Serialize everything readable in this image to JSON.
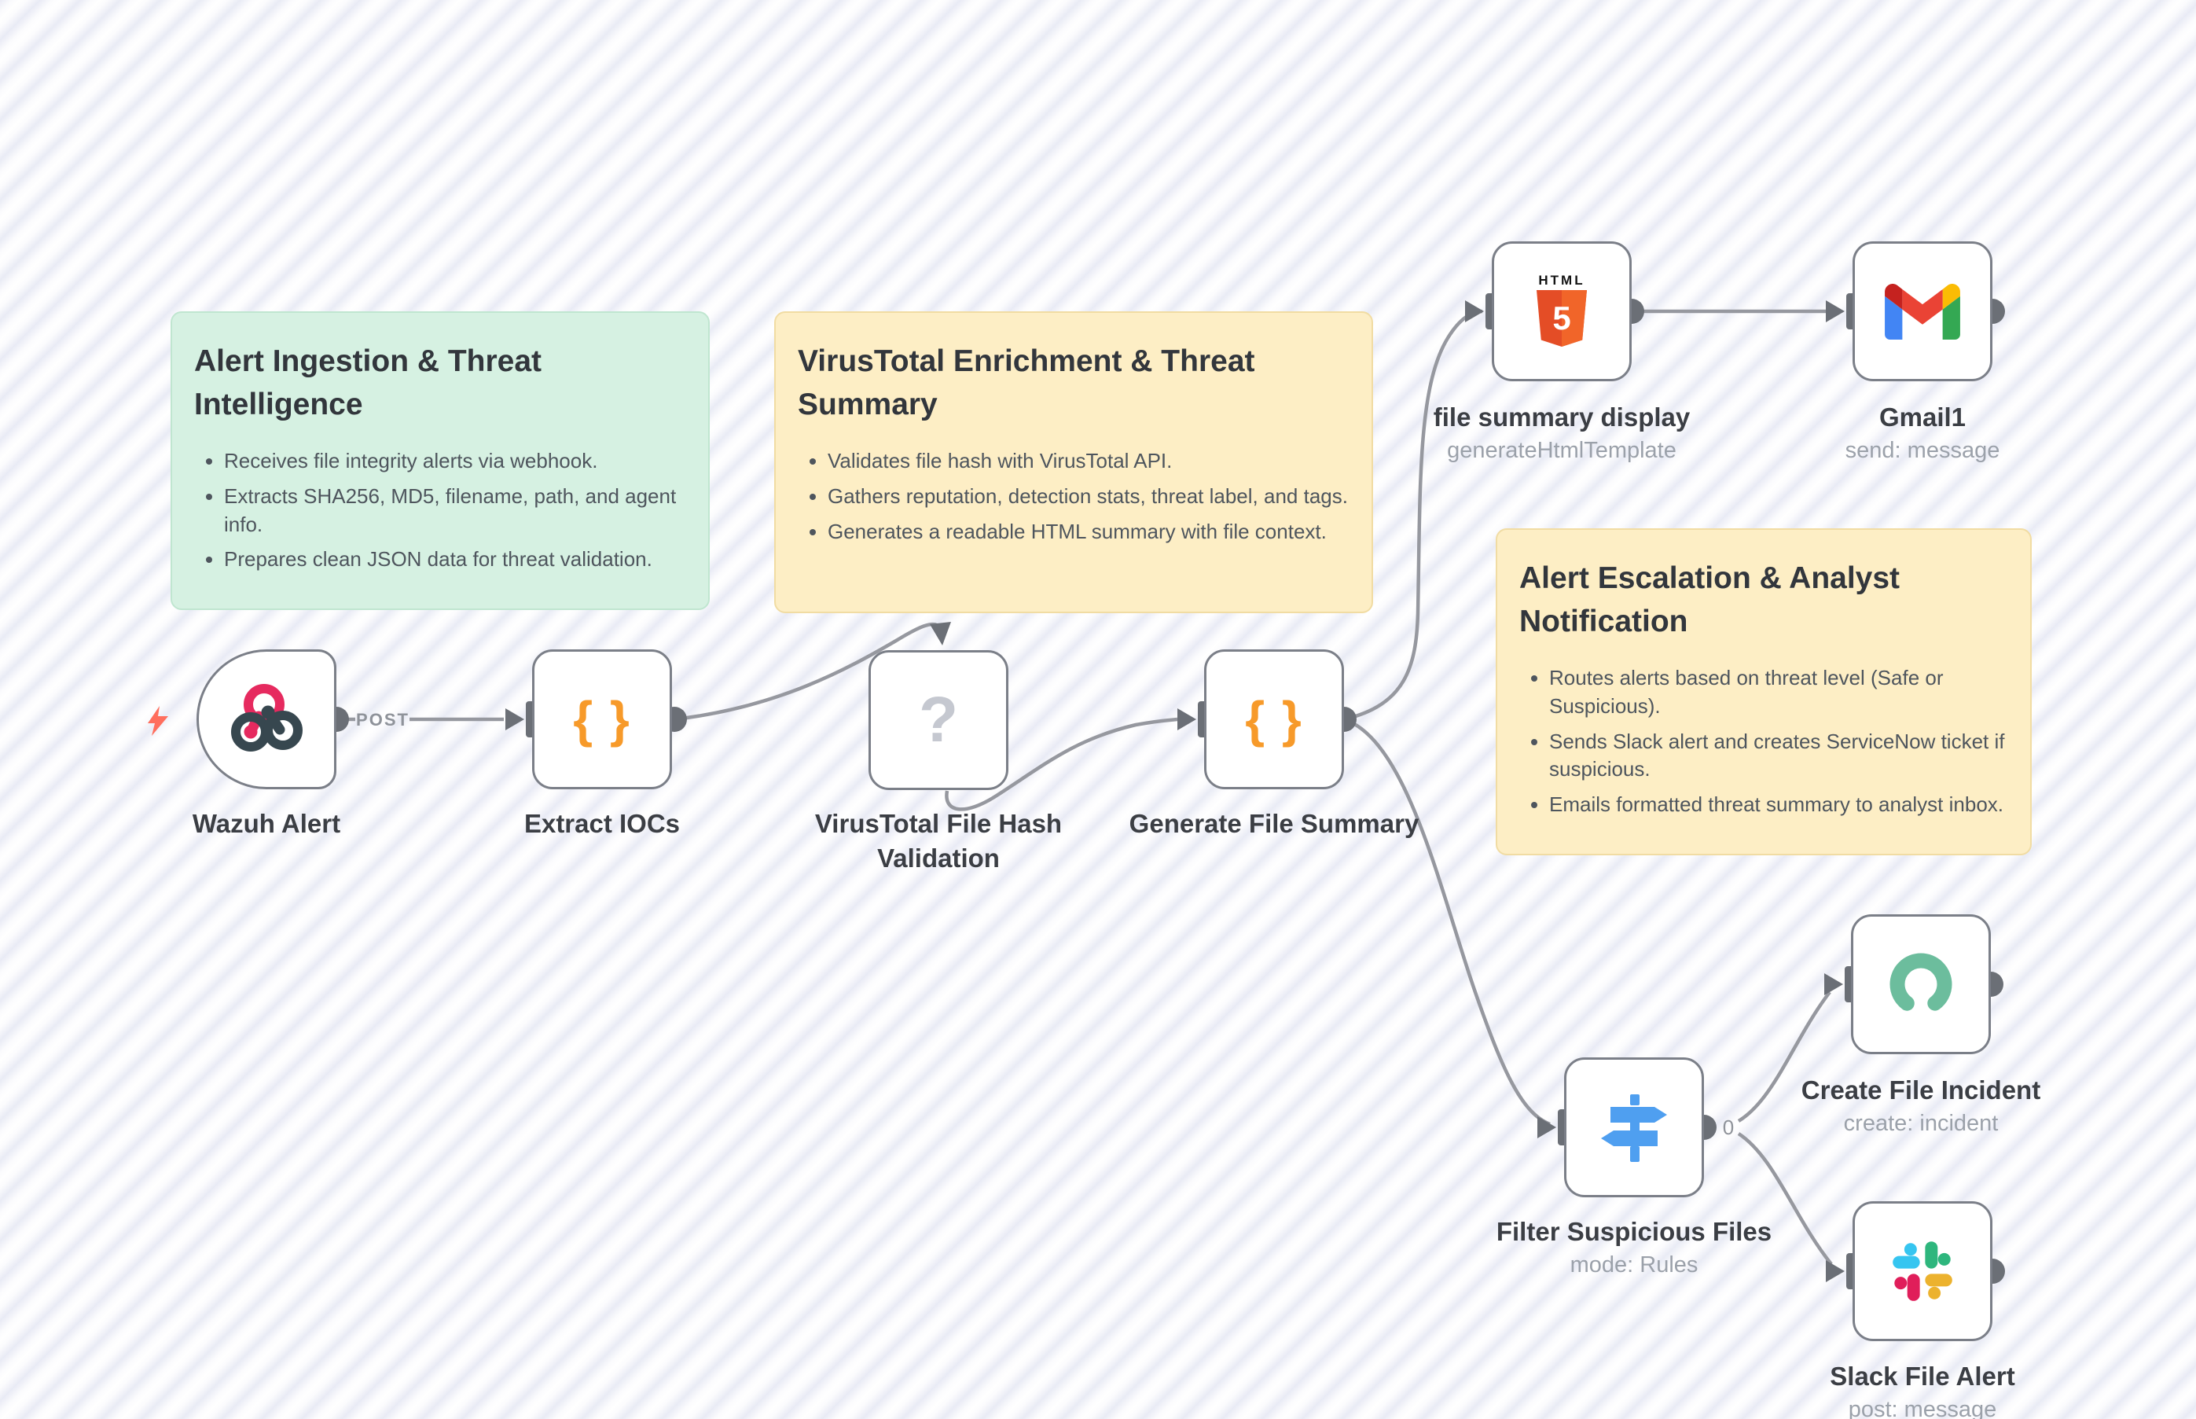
{
  "labels": {
    "wazuh_output_method": "POST",
    "filter_output_index": "0"
  },
  "notes": [
    {
      "id": "alert-ingestion",
      "title": "Alert Ingestion & Threat Intelligence",
      "bullets": [
        "Receives file integrity alerts via webhook.",
        "Extracts SHA256, MD5, filename, path, and agent info.",
        "Prepares clean JSON data for threat validation."
      ]
    },
    {
      "id": "virustotal-enrichment",
      "title": "VirusTotal Enrichment & Threat Summary",
      "bullets": [
        "Validates file hash with VirusTotal API.",
        "Gathers reputation, detection stats, threat label, and tags.",
        "Generates a readable HTML summary with file context."
      ]
    },
    {
      "id": "alert-escalation",
      "title": "Alert Escalation & Analyst Notification",
      "bullets": [
        "Routes alerts based on threat level (Safe or Suspicious).",
        "Sends Slack alert and creates ServiceNow ticket if suspicious.",
        "Emails formatted threat summary to analyst inbox."
      ]
    }
  ],
  "nodes": [
    {
      "id": "wazuh-alert",
      "label": "Wazuh Alert",
      "subtitle": "",
      "icon": "webhook-icon"
    },
    {
      "id": "extract-iocs",
      "label": "Extract IOCs",
      "subtitle": "",
      "icon": "code-icon"
    },
    {
      "id": "virustotal-file-hash-validation",
      "label": "VirusTotal File Hash Validation",
      "subtitle": "",
      "icon": "unknown-node-icon"
    },
    {
      "id": "generate-file-summary",
      "label": "Generate File Summary",
      "subtitle": "",
      "icon": "code-icon"
    },
    {
      "id": "file-summary-display",
      "label": "file summary display",
      "subtitle": "generateHtmlTemplate",
      "icon": "html5-icon"
    },
    {
      "id": "gmail1",
      "label": "Gmail1",
      "subtitle": "send: message",
      "icon": "gmail-icon"
    },
    {
      "id": "filter-suspicious-files",
      "label": "Filter Suspicious Files",
      "subtitle": "mode: Rules",
      "icon": "switch-icon"
    },
    {
      "id": "create-file-incident",
      "label": "Create File Incident",
      "subtitle": "create: incident",
      "icon": "servicenow-icon"
    },
    {
      "id": "slack-file-alert",
      "label": "Slack File Alert",
      "subtitle": "post: message",
      "icon": "slack-icon"
    }
  ],
  "icons": {
    "code_glyph": "{ }",
    "unknown_glyph": "?",
    "html5_word": "HTML",
    "html5_number": "5"
  },
  "colors": {
    "sticky_green_bg": "#d6f1e2",
    "sticky_yellow_bg": "#fdeec5",
    "wire": "#96989f",
    "port": "#6b6f76",
    "node_border": "#7b7f88",
    "code_icon_orange": "#f79a2a",
    "switch_icon_blue": "#4f9ff0",
    "servicenow_green": "#6cbd9d",
    "trigger_bolt_orange": "#ff6e5d",
    "webhook_pink": "#e62a5f",
    "webhook_dark": "#37474f"
  }
}
